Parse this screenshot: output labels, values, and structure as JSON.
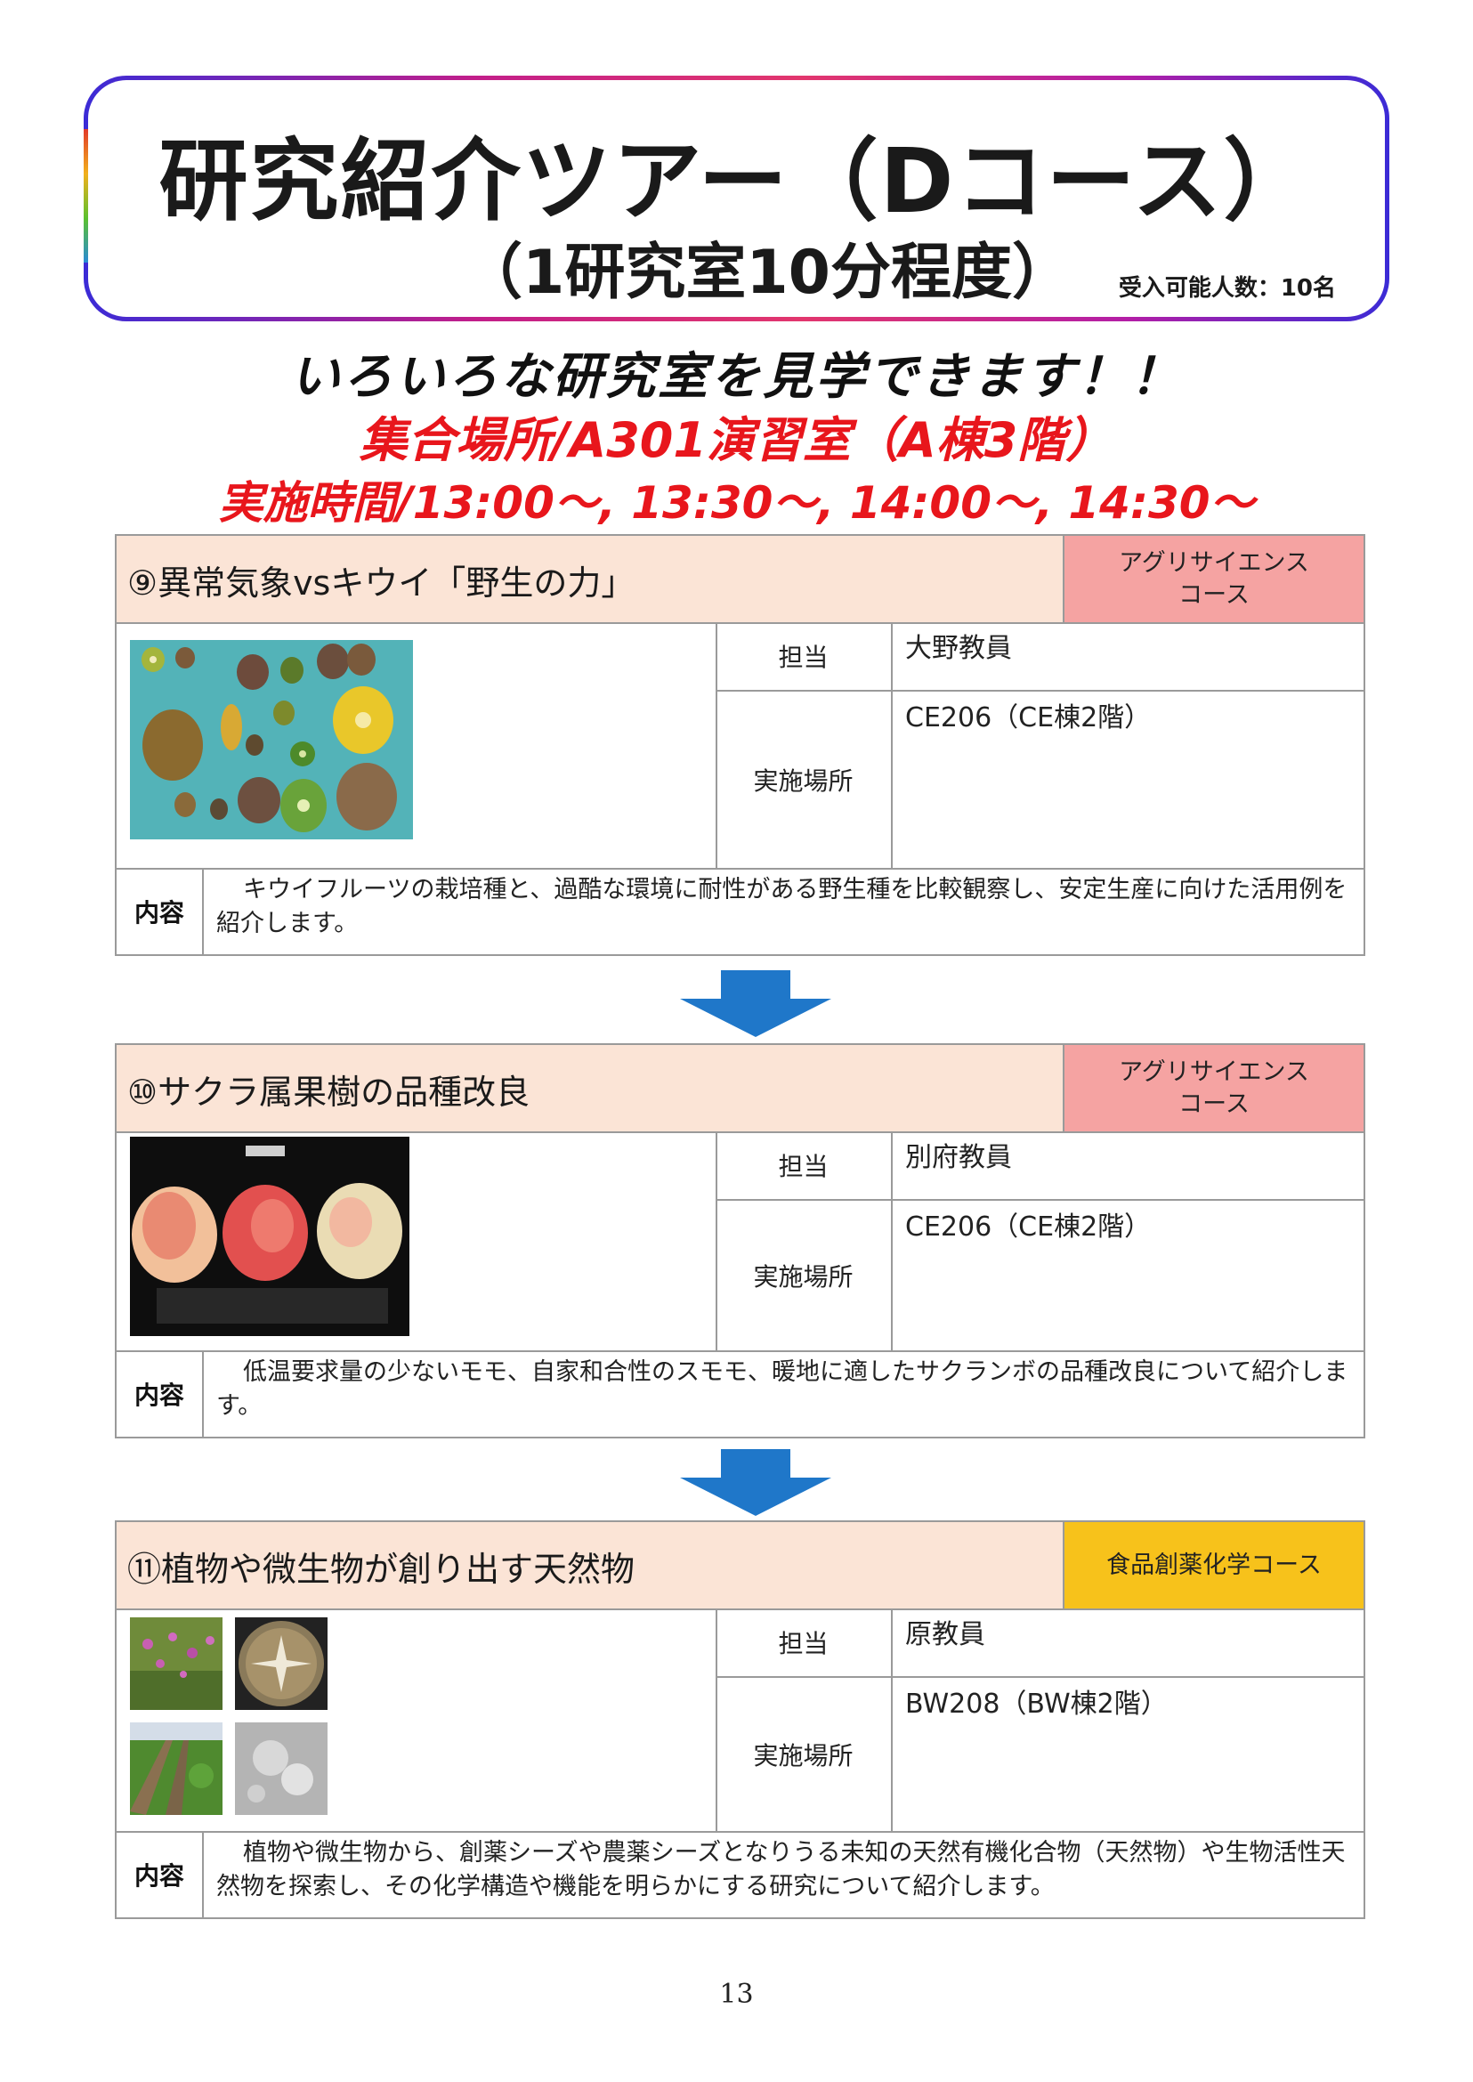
{
  "header": {
    "title": "研究紹介ツアー（Dコース）",
    "subtitle": "（1研究室10分程度）",
    "capacity": "受入可能人数：10名"
  },
  "tagline": "いろいろな研究室を見学できます！！",
  "meeting_place": "集合場所/A301演習室（A棟3階）",
  "schedule": "実施時間/13:00～, 13:30～, 14:00～, 14:30～",
  "labels": {
    "staff": "担当",
    "location": "実施場所",
    "content": "内容"
  },
  "labs": [
    {
      "title": "⑨異常気象vsキウイ「野生の力」",
      "course_line1": "アグリサイエンス",
      "course_line2": "コース",
      "staff": "大野教員",
      "location": "CE206（CE棟2階）",
      "description": "キウイフルーツの栽培種と、過酷な環境に耐性がある野生種を比較観察し、安定生産に向けた活用例を紹介します。",
      "course_color": "#f5a3a2"
    },
    {
      "title": "⑩サクラ属果樹の品種改良",
      "course_line1": "アグリサイエンス",
      "course_line2": "コース",
      "staff": "別府教員",
      "location": "CE206（CE棟2階）",
      "description": "低温要求量の少ないモモ、自家和合性のスモモ、暖地に適したサクランボの品種改良について紹介します。",
      "course_color": "#f5a3a2"
    },
    {
      "title": "⑪植物や微生物が創り出す天然物",
      "course_line1": "食品創薬化学コース",
      "course_line2": "",
      "staff": "原教員",
      "location": "BW208（BW棟2階）",
      "description": "植物や微生物から、創薬シーズや農薬シーズとなりうる未知の天然有機化合物（天然物）や生物活性天然物を探索し、その化学構造や機能を明らかにする研究について紹介します。",
      "course_color": "#f7c21b"
    }
  ],
  "page_number": "13"
}
